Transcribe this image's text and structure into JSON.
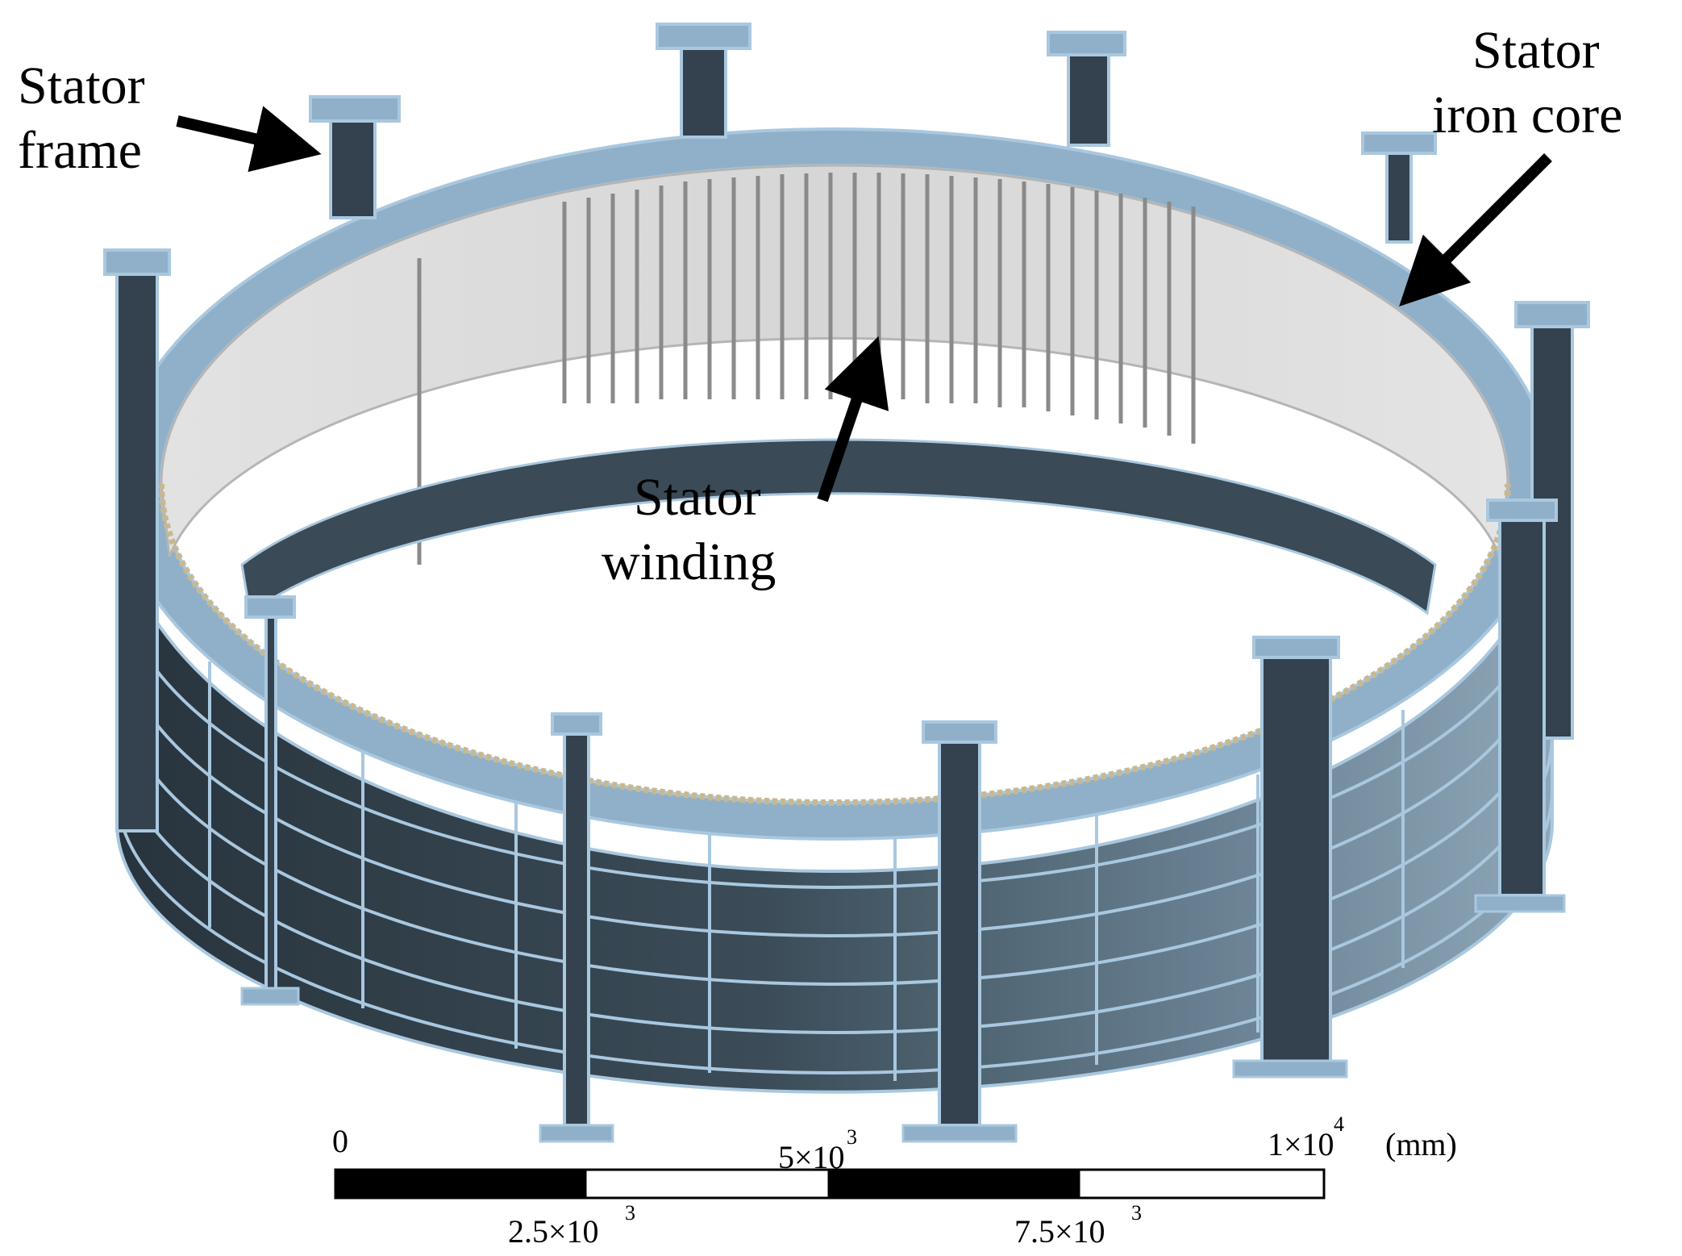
{
  "labels": {
    "stator_frame": [
      "Stator",
      "frame"
    ],
    "stator_iron_core": [
      "Stator",
      "iron core"
    ],
    "stator_winding": [
      "Stator",
      "winding"
    ]
  },
  "scale_bar": {
    "tick_zero": "0",
    "tick_2_5": "2.5×10",
    "tick_2_5_exp": "3",
    "tick_5": "5×10",
    "tick_5_exp": "3",
    "tick_7_5": "7.5×10",
    "tick_7_5_exp": "3",
    "tick_10": "1×10",
    "tick_10_exp": "4",
    "unit": "(mm)"
  },
  "colors": {
    "frame_light": "#8fb0c8",
    "frame_edge": "#a9c8df",
    "panel_dark": "#2f3d48",
    "panel_mid": "#5f7686",
    "winding_face": "#d8d8d8",
    "arrow": "#000000"
  }
}
